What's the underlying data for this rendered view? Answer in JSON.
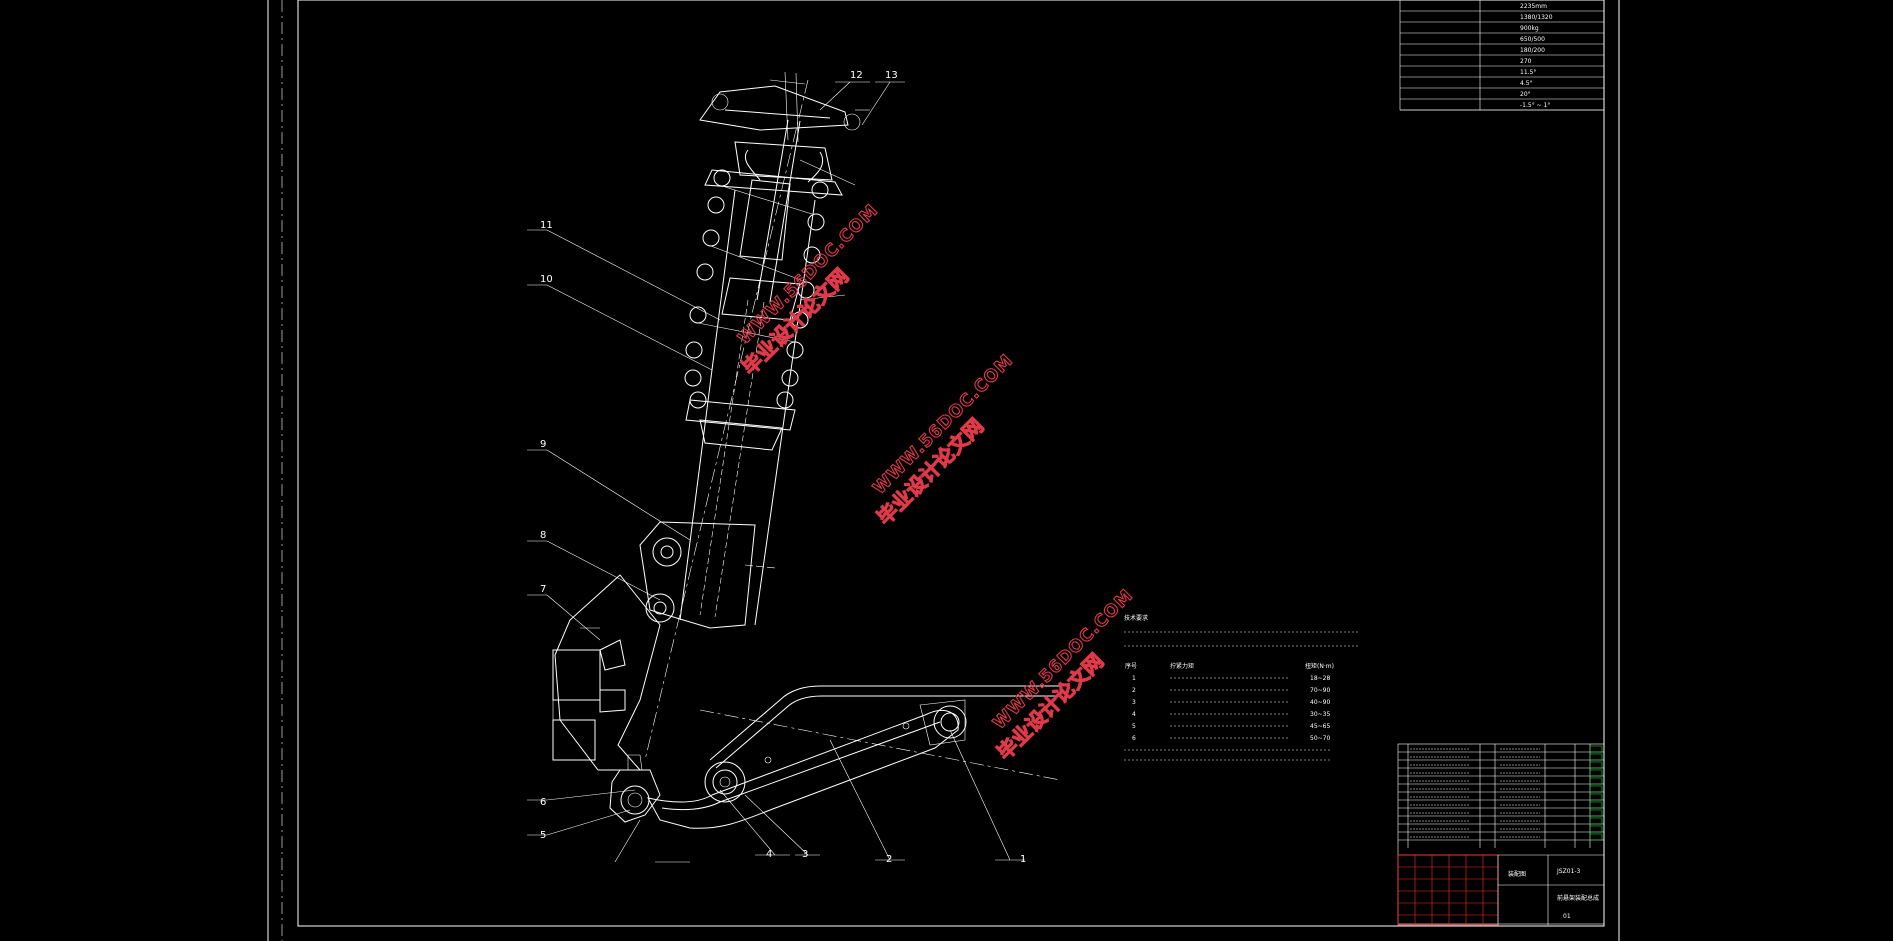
{
  "drawing": {
    "callouts": [
      "1",
      "2",
      "3",
      "4",
      "5",
      "6",
      "7",
      "8",
      "9",
      "10",
      "11",
      "12",
      "13"
    ],
    "title_block": {
      "drawing_title": "装配图",
      "drawing_code": "JSZ01-3",
      "sheet_label": "01",
      "subtitle": "前悬架装配总成"
    },
    "notes_heading": "技术要求",
    "torque_table": {
      "header": [
        "序号",
        "拧紧力矩",
        "扭矩(N·m)"
      ],
      "rows": [
        {
          "no": "1",
          "torque": "18~28"
        },
        {
          "no": "2",
          "torque": "70~90"
        },
        {
          "no": "3",
          "torque": "40~90"
        },
        {
          "no": "4",
          "torque": "30~35"
        },
        {
          "no": "5",
          "torque": "45~65"
        },
        {
          "no": "6",
          "torque": "50~70"
        }
      ]
    },
    "param_table": {
      "values": [
        "2235mm",
        "1380/1320",
        "900kg",
        "650/500",
        "180/200",
        "270",
        "11.5°",
        "4.5°",
        "20°",
        "-1.5° ~ 1°"
      ]
    }
  },
  "watermarks": [
    {
      "url": "WWW.56DOC.COM",
      "cn": "毕业设计论文网"
    },
    {
      "url": "WWW.56DOC.COM",
      "cn": "毕业设计论文网"
    },
    {
      "url": "WWW.56DOC.COM",
      "cn": "毕业设计论文网"
    }
  ],
  "colors": {
    "background": "#000000",
    "lines": "#ffffff",
    "watermark": "#e0394a",
    "titleblock_red": "#ff2a2a",
    "titleblock_green": "#22cc44"
  }
}
